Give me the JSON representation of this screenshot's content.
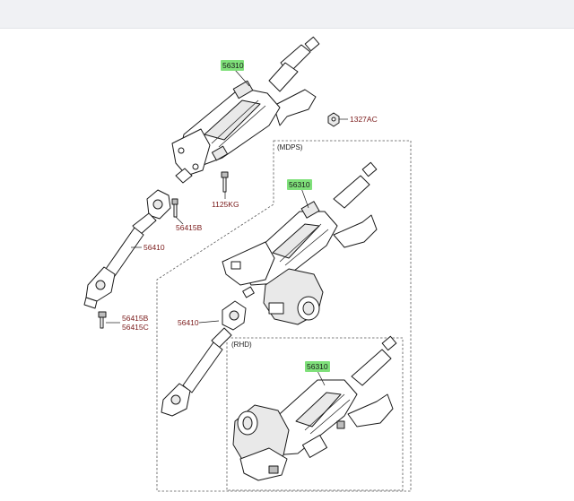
{
  "colors": {
    "highlight": "#7fe07a",
    "part_label": "#7a1a1a",
    "topbar": "#f0f1f4"
  },
  "labels": {
    "col_main": "56310",
    "nut": "1327AC",
    "bolt_main": "1125KG",
    "bolt_joint": "56415B",
    "shaft_main": "56410",
    "bolt_lower_a": "56415B",
    "bolt_lower_b": "56415C",
    "mdps_group": "(MDPS)",
    "col_mdps": "56310",
    "shaft_mdps": "56410",
    "rhd_group": "(RHD)",
    "col_rhd": "56310"
  }
}
